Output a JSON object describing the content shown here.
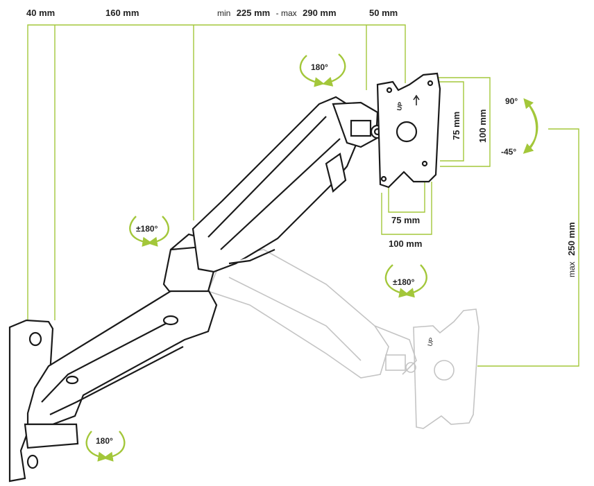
{
  "colors": {
    "accent": "#a3c73a",
    "ink": "#1a1a1a",
    "ghost": "#b9b9b9"
  },
  "dimensions": {
    "wall_plate": "40 mm",
    "arm1": "160 mm",
    "arm2_min_prefix": "min",
    "arm2_min_value": "225 mm",
    "arm2_separator": "- max",
    "arm2_max_value": "290 mm",
    "head": "50 mm",
    "vesa_inner_h": "75 mm",
    "vesa_outer_h": "100 mm",
    "vesa_inner_w": "75 mm",
    "vesa_outer_w": "100 mm",
    "height_prefix": "max",
    "height_value": "250 mm"
  },
  "rotations": {
    "head_swivel": "180°",
    "tilt_up": "90°",
    "tilt_down": "-45°",
    "elbow": "±180°",
    "screen_rotation": "±180°",
    "base_swivel": "180°"
  },
  "plate_label": "UP",
  "icons": [
    "arrow-up-icon"
  ]
}
